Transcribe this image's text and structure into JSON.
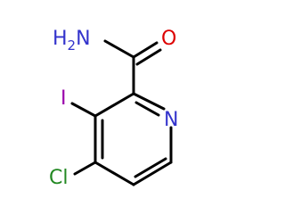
{
  "molecule": {
    "atoms": {
      "n_amide": {
        "h": "H",
        "h_count": "2",
        "n": "N"
      },
      "o_carbonyl": "O",
      "n_ring": "N",
      "iodine": "I",
      "chlorine": "Cl"
    },
    "colors": {
      "bond": "#000000",
      "nitrogen": "#3333cc",
      "oxygen": "#dd0000",
      "iodine": "#9900aa",
      "chlorine": "#228822"
    }
  }
}
